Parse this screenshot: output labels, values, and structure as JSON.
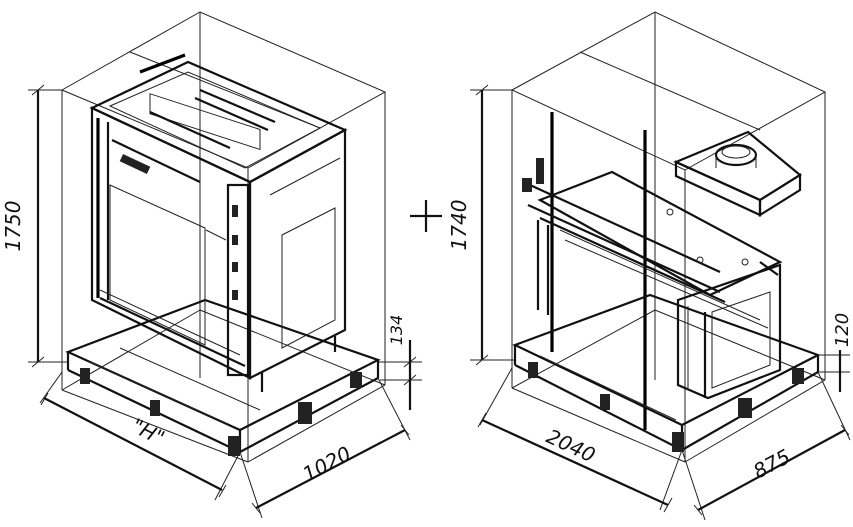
{
  "left_unit": {
    "height_label": "1750",
    "base_height_label": "134",
    "width_label": "\"H\"",
    "depth_label": "1020"
  },
  "plus_sign": "+",
  "right_unit": {
    "height_label": "1740",
    "base_height_label": "120",
    "width_label": "2040",
    "depth_label": "875"
  }
}
